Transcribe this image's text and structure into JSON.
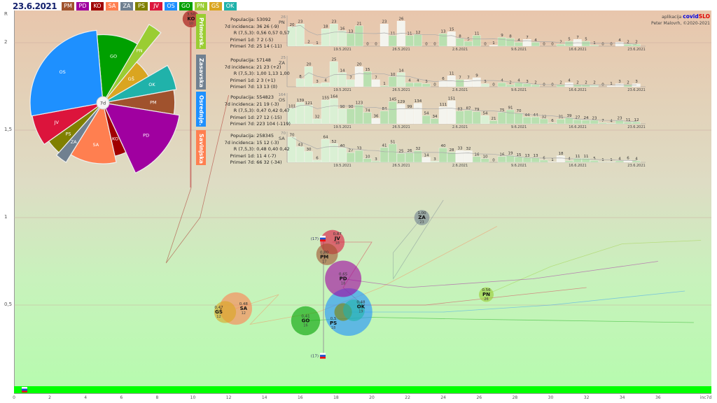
{
  "header": {
    "date": "23.6.2021",
    "regions": [
      {
        "code": "PM",
        "color": "#a0522d"
      },
      {
        "code": "PD",
        "color": "#a000a0"
      },
      {
        "code": "KO",
        "color": "#a00000"
      },
      {
        "code": "SA",
        "color": "#ff7f50"
      },
      {
        "code": "ZA",
        "color": "#708090"
      },
      {
        "code": "PS",
        "color": "#808000"
      },
      {
        "code": "JV",
        "color": "#dc143c"
      },
      {
        "code": "OS",
        "color": "#1e90ff"
      },
      {
        "code": "GO",
        "color": "#00a000"
      },
      {
        "code": "PN",
        "color": "#9acd32"
      },
      {
        "code": "GŠ",
        "color": "#daa520"
      },
      {
        "code": "OK",
        "color": "#20b2aa"
      }
    ]
  },
  "credit": {
    "line1": "aplikacija",
    "brand1": "covid",
    "brand2": "SLO",
    "line2": "Peter Malovrh, ©2020-2021"
  },
  "axes": {
    "y_title": "R",
    "y_ticks": [
      {
        "v": 2,
        "label": "2"
      },
      {
        "v": 1.5,
        "label": "1,5"
      },
      {
        "v": 1,
        "label": "1"
      },
      {
        "v": 0.5,
        "label": "0,5"
      }
    ],
    "x_ticks": [
      "0",
      "2",
      "4",
      "6",
      "8",
      "10",
      "12",
      "14",
      "16",
      "18",
      "20",
      "22",
      "24",
      "26",
      "28",
      "30",
      "32",
      "34",
      "36"
    ],
    "x_title": "inc7d"
  },
  "pie": {
    "center_label": "7d",
    "slices": [
      {
        "code": "GO",
        "population": 206000,
        "value": 0.75
      },
      {
        "code": "PN",
        "population": 53092,
        "value": 1.0
      },
      {
        "code": "GŠ",
        "population": 118000,
        "value": 0.58
      },
      {
        "code": "OK",
        "population": 115000,
        "value": 0.82
      },
      {
        "code": "PM",
        "population": 114000,
        "value": 0.79
      },
      {
        "code": "PD",
        "population": 325000,
        "value": 0.85
      },
      {
        "code": "KO",
        "population": 71000,
        "value": 0.6
      },
      {
        "code": "SA",
        "population": 258345,
        "value": 0.67
      },
      {
        "code": "ZA",
        "population": 57148,
        "value": 0.77
      },
      {
        "code": "PS",
        "population": 76000,
        "value": 0.73
      },
      {
        "code": "JV",
        "population": 145000,
        "value": 0.79
      },
      {
        "code": "OS",
        "population": 554823,
        "value": 0.8
      }
    ]
  },
  "panels": [
    {
      "name": "Primorsk.",
      "code": "PN",
      "color": "#9acd32",
      "rows": [
        [
          "Populacija",
          "53092"
        ],
        [
          "7d incidenca",
          "36 26 (-9)"
        ],
        [
          "R (7,5,3)",
          "0,56 0,57 0,57"
        ],
        [
          "Primeri 1d",
          "7 2 (-5)"
        ],
        [
          "Primeri 7d",
          "25 14 (-11)"
        ]
      ],
      "max_label": "26",
      "daily": [
        20,
        23,
        2,
        1,
        18,
        23,
        16,
        13,
        21,
        0,
        0,
        23,
        11,
        26,
        11,
        12,
        0,
        0,
        13,
        15,
        8,
        5,
        11,
        0,
        1,
        9,
        8,
        4,
        7,
        4,
        0,
        0,
        2,
        5,
        7,
        5,
        1,
        0,
        0,
        4,
        2,
        2
      ]
    },
    {
      "name": "Zasavska",
      "code": "ZA",
      "color": "#708090",
      "rows": [
        [
          "Populacija",
          "57148"
        ],
        [
          "7d incidenca",
          "21 23 (+2)"
        ],
        [
          "R (7,5,3)",
          "1,00 1,13 1,00"
        ],
        [
          "Primeri 1d",
          "2 3 (+1)"
        ],
        [
          "Primeri 7d",
          "13 13 (0)"
        ]
      ],
      "max_label": "25",
      "daily": [
        8,
        20,
        3,
        4,
        25,
        14,
        7,
        20,
        15,
        7,
        1,
        10,
        14,
        4,
        4,
        3,
        0,
        6,
        11,
        7,
        7,
        9,
        3,
        0,
        4,
        2,
        4,
        3,
        2,
        0,
        0,
        2,
        4,
        2,
        2,
        2,
        0,
        1,
        3,
        2,
        3
      ]
    },
    {
      "name": "Osrednje.",
      "code": "OS",
      "color": "#1e90ff",
      "rows": [
        [
          "Populacija",
          "554823"
        ],
        [
          "7d incidenca",
          "21 19 (-3)"
        ],
        [
          "R (7,5,3)",
          "0,47 0,42 0,47"
        ],
        [
          "Primeri 1d",
          "27 12 (-15)"
        ],
        [
          "Primeri 7d",
          "223 104 (-119)"
        ]
      ],
      "max_label": "164",
      "daily": [
        101,
        139,
        121,
        32,
        155,
        164,
        98,
        98,
        123,
        74,
        36,
        84,
        145,
        129,
        99,
        134,
        54,
        34,
        111,
        151,
        83,
        87,
        79,
        54,
        21,
        75,
        91,
        70,
        44,
        44,
        32,
        6,
        31,
        39,
        27,
        24,
        23,
        7,
        4,
        23,
        11,
        12
      ]
    },
    {
      "name": "Savinjska",
      "code": "SA",
      "color": "#ff7f50",
      "rows": [
        [
          "Populacija",
          "258345"
        ],
        [
          "7d incidenca",
          "15 12 (-3)"
        ],
        [
          "R (7,5,3)",
          "0,48 0,40 0,42"
        ],
        [
          "Primeri 1d",
          "11 4 (-7)"
        ],
        [
          "Primeri 7d",
          "66 32 (-34)"
        ]
      ],
      "max_label": "70",
      "daily": [
        70,
        43,
        30,
        6,
        64,
        52,
        40,
        27,
        33,
        10,
        3,
        41,
        51,
        25,
        26,
        32,
        14,
        3,
        40,
        28,
        33,
        32,
        16,
        10,
        0,
        16,
        19,
        15,
        13,
        13,
        6,
        1,
        18,
        4,
        11,
        11,
        5,
        1,
        1,
        4,
        6,
        4
      ]
    }
  ],
  "date_labels": [
    "19.5.2021",
    "26.5.2021",
    "2.6.2021",
    "9.6.2021",
    "16.6.2021",
    "23.6.2021"
  ],
  "bubbles": [
    {
      "code": "OS",
      "r": "",
      "inc": "",
      "x": 18.7,
      "y": 0.46,
      "population": 554823
    },
    {
      "code": "SA",
      "r": "0,48",
      "inc": "12",
      "x": 12.4,
      "y": 0.48,
      "population": 258345
    },
    {
      "code": "GŠ",
      "r": "0,47",
      "inc": "12",
      "x": 11.8,
      "y": 0.46,
      "population": 118000
    },
    {
      "code": "PD",
      "r": "0,65",
      "inc": "18",
      "x": 18.4,
      "y": 0.65,
      "population": 325000
    },
    {
      "code": "GO",
      "r": "0,41",
      "inc": "16",
      "x": 16.3,
      "y": 0.41,
      "population": 206000
    },
    {
      "code": "JV",
      "r": "0,87",
      "inc": "18",
      "x": 17.8,
      "y": 0.86,
      "population": 145000
    },
    {
      "code": "PM",
      "r": "0,80",
      "inc": "17",
      "x": 17.5,
      "y": 0.79,
      "population": 114000
    },
    {
      "code": "PS",
      "r": "0,5",
      "inc": "18",
      "x": 18.4,
      "y": 0.46,
      "population": 76000
    },
    {
      "code": "OK",
      "r": "0,48",
      "inc": "19",
      "x": 19,
      "y": 0.47,
      "population": 115000
    },
    {
      "code": "ZA",
      "r": "1,00",
      "inc": "23",
      "x": 22.8,
      "y": 1.0,
      "population": 57148
    },
    {
      "code": "PN",
      "r": "0,56",
      "inc": "26",
      "x": 26.4,
      "y": 0.56,
      "population": 53092
    },
    {
      "code": "KO",
      "r": "3,50",
      "inc": "10",
      "x": 9.9,
      "y": 2.14,
      "population": 71000
    }
  ],
  "trails": [
    {
      "code": "OS",
      "points": [
        [
          18.7,
          0.46
        ],
        [
          24,
          0.46
        ],
        [
          30,
          0.5
        ],
        [
          37.5,
          0.58
        ]
      ]
    },
    {
      "code": "PN",
      "points": [
        [
          26.4,
          0.56
        ],
        [
          30,
          0.72
        ],
        [
          34,
          0.85
        ],
        [
          38.4,
          0.87
        ]
      ]
    },
    {
      "code": "KO",
      "points": [
        [
          9.9,
          2.1
        ],
        [
          9.9,
          1.17
        ],
        [
          8.5,
          0.74
        ],
        [
          10.4,
          1.0
        ],
        [
          12,
          1.7
        ]
      ]
    },
    {
      "code": "ZA",
      "points": [
        [
          22.8,
          1.0
        ],
        [
          21.2,
          0.8
        ],
        [
          21.2,
          0.65
        ],
        [
          22.8,
          0.91
        ],
        [
          24,
          1.1
        ]
      ]
    },
    {
      "code": "SA",
      "points": [
        [
          12.4,
          0.48
        ],
        [
          14.8,
          0.56
        ],
        [
          13.2,
          0.39
        ],
        [
          17,
          0.46
        ],
        [
          20.5,
          0.6
        ],
        [
          27,
          0.95
        ]
      ]
    },
    {
      "code": "JV",
      "points": [
        [
          17.8,
          0.86
        ],
        [
          20,
          0.86
        ],
        [
          18.4,
          0.6
        ],
        [
          19.5,
          0.5
        ],
        [
          23,
          0.5
        ],
        [
          32,
          0.6
        ]
      ]
    },
    {
      "code": "GO",
      "points": [
        [
          16.3,
          0.41
        ],
        [
          20,
          0.43
        ],
        [
          25,
          0.42
        ],
        [
          38,
          0.4
        ]
      ]
    },
    {
      "code": "PD",
      "points": [
        [
          18.4,
          0.65
        ],
        [
          22,
          0.6
        ],
        [
          29,
          0.65
        ],
        [
          36,
          0.75
        ]
      ]
    }
  ],
  "slovenia": [
    {
      "label": "(17)",
      "x": 17.3,
      "y": 0.88
    },
    {
      "label": "(17)",
      "x": 17.3,
      "y": 0.21
    }
  ]
}
